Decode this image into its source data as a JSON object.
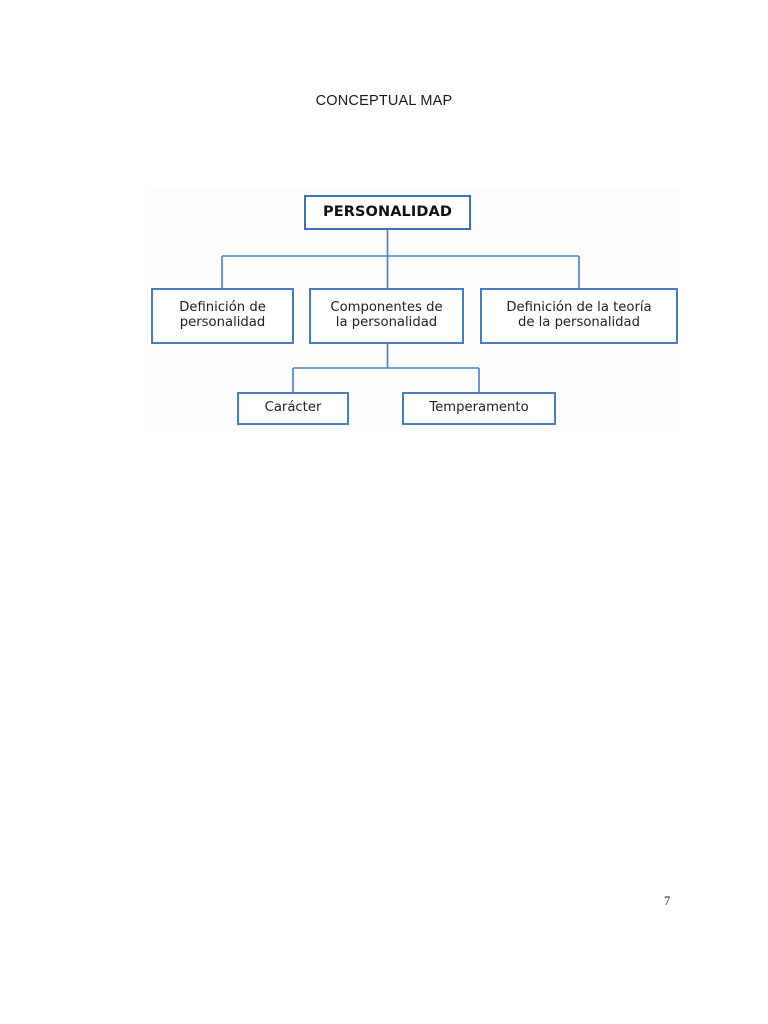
{
  "document": {
    "title": "CONCEPTUAL MAP",
    "page_number": "7"
  },
  "colors": {
    "box_border": "#4a7ebb",
    "root_box_border": "#3f72b0",
    "connector_line": "#4a7ebb",
    "box_fill": "#ffffff",
    "page_background": "#ffffff",
    "text": "#1f1f1f"
  },
  "diagram": {
    "type": "tree",
    "root": {
      "id": "personalidad",
      "label": "PERSONALIDAD"
    },
    "level2": [
      {
        "id": "definicion-de-personalidad",
        "label": "Definición de\npersonalidad"
      },
      {
        "id": "componentes-de-la-personalidad",
        "label": "Componentes de\nla personalidad"
      },
      {
        "id": "definicion-de-la-teoria-de-la-personalidad",
        "label": "Definición de la teoría\nde la personalidad"
      }
    ],
    "level3": [
      {
        "id": "caracter",
        "label": "Carácter"
      },
      {
        "id": "temperamento",
        "label": "Temperamento"
      }
    ],
    "edges": [
      {
        "from": "personalidad",
        "to": "definicion-de-personalidad"
      },
      {
        "from": "personalidad",
        "to": "componentes-de-la-personalidad"
      },
      {
        "from": "personalidad",
        "to": "definicion-de-la-teoria-de-la-personalidad"
      },
      {
        "from": "componentes-de-la-personalidad",
        "to": "caracter"
      },
      {
        "from": "componentes-de-la-personalidad",
        "to": "temperamento"
      }
    ]
  }
}
